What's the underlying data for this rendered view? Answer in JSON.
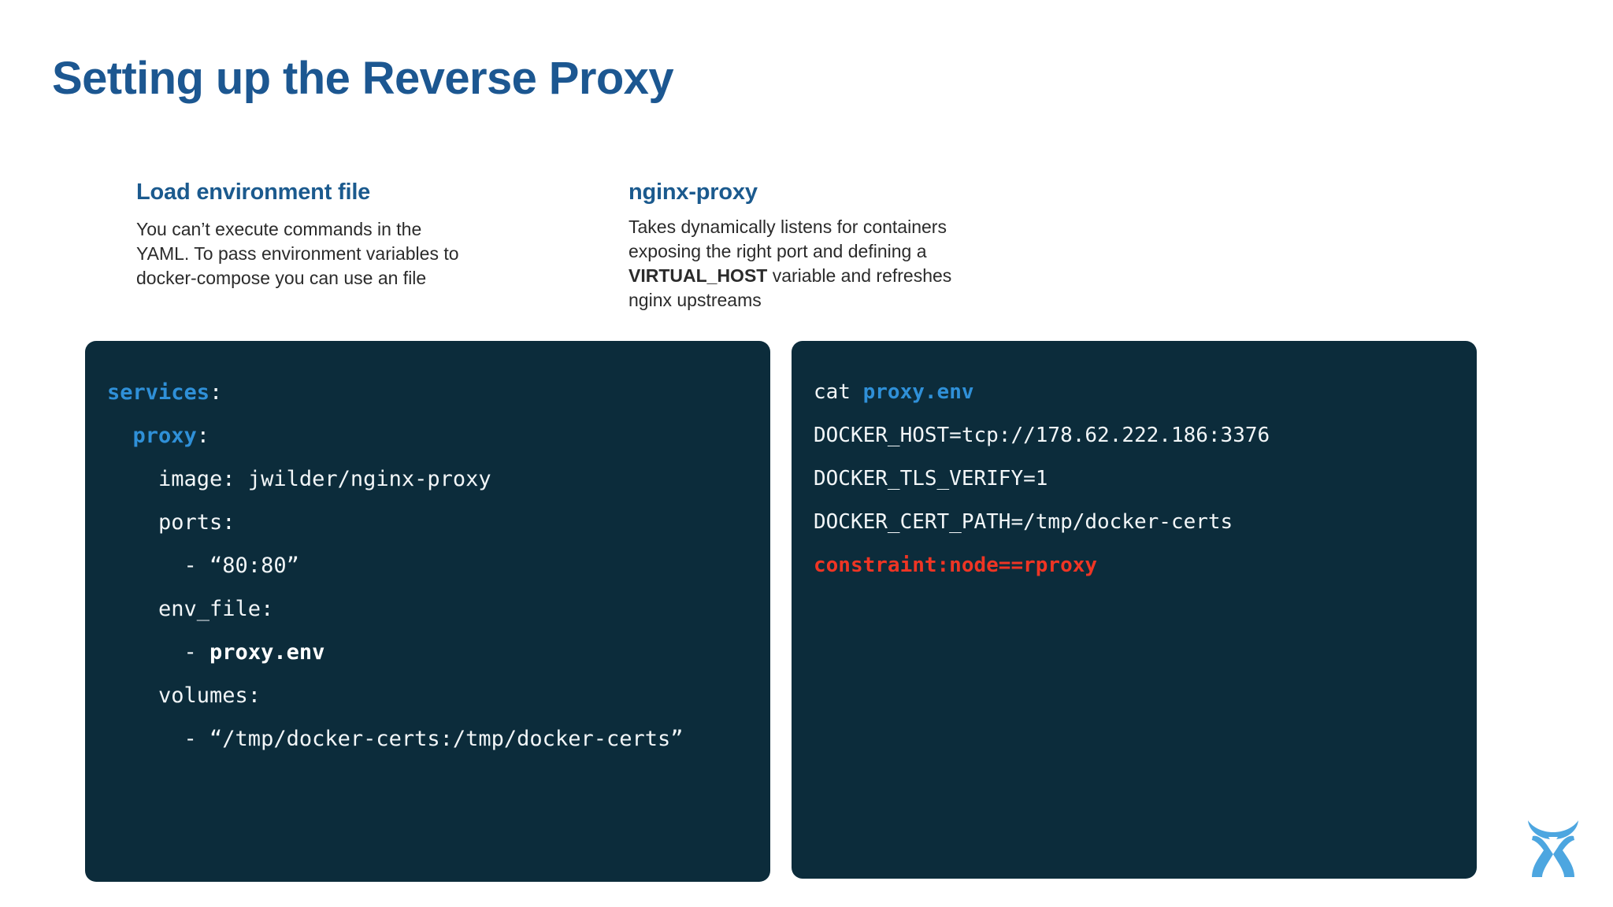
{
  "slide": {
    "title": "Setting up the Reverse Proxy",
    "title_color": "#1c5791",
    "background": "#ffffff"
  },
  "columns": [
    {
      "heading": "Load environment file",
      "heading_color": "#1b5a8e",
      "body": "You can’t execute commands in the YAML. To pass environment variables to docker-compose you can use an file"
    },
    {
      "heading": "nginx-proxy",
      "heading_color": "#1b5a8e",
      "body_part1": "Takes dynamically listens for containers exposing the right port and defining a ",
      "body_emphasis": "VIRTUAL_HOST",
      "body_part2": " variable and refreshes nginx upstreams"
    }
  ],
  "code_panels": {
    "background": "#0c2c3b",
    "left": {
      "name": "docker-compose-yaml",
      "lines": {
        "l1_key": "services",
        "l1_punct": ":",
        "l2_indent": "  ",
        "l2_key": "proxy",
        "l2_punct": ":",
        "l3": "    image: jwilder/nginx-proxy",
        "l4": "    ports:",
        "l5": "      - “80:80”",
        "l6": "    env_file:",
        "l7_dash": "      - ",
        "l7_bold": "proxy.env",
        "l8": "    volumes:",
        "l9": "      - “/tmp/docker-certs:/tmp/docker-certs”"
      }
    },
    "right": {
      "name": "proxy-env-contents",
      "lines": {
        "l1_cmd": "cat ",
        "l1_file": "proxy.env",
        "l2": "DOCKER_HOST=tcp://178.62.222.186:3376",
        "l3": "DOCKER_TLS_VERIFY=1",
        "l4": "DOCKER_CERT_PATH=/tmp/docker-certs",
        "l5_warn": "constraint:node==rproxy"
      },
      "colors": {
        "command": "#f2f6f8",
        "filename": "#2f90d8",
        "constraint": "#ef3524"
      }
    }
  },
  "logo": {
    "name": "brand-logo",
    "color": "#4da6e0"
  }
}
